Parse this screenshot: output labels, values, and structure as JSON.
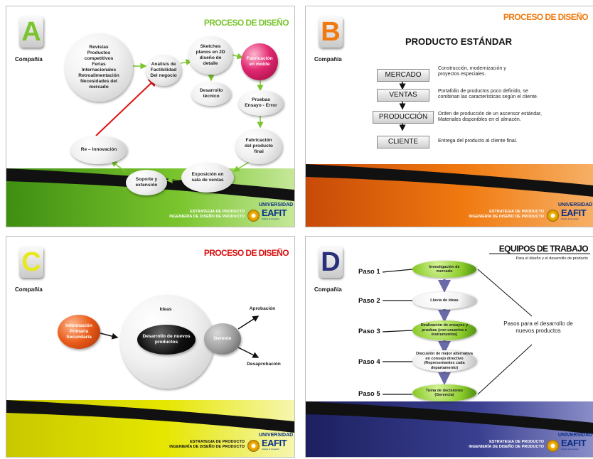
{
  "company_label": "Compañía",
  "footer": {
    "line1": "ESTRATEGIA DE PRODUCTO",
    "line2": "INGENIERÍA DE DISEÑO DE PRODUCTO"
  },
  "logo": {
    "word1": "UNIVERSIDAD",
    "word2": "EAFIT",
    "sub": "Inspira la Creación"
  },
  "slideA": {
    "letter": "A",
    "title": "PROCESO DE DISEÑO",
    "nodes": {
      "sources": "Revistas\nProductos\ncompetitivos\nFerias\nInternacionales\nRetroalimentación\nNecesidades del\nmercado",
      "analisis": "Análisis de\nFactibilidad\nDel negocio",
      "sketches": "Sketches\nplanos en 2D\ndiseño de\ndetalle",
      "molde": "Fabricación\nen molde",
      "desarrollo": "Desarrollo\ntécnico",
      "pruebas": "Pruebas\nEnsayo - Error",
      "fab_final": "Fabricación\ndel producto\nfinal",
      "exposicion": "Exposición en\nsala de ventas",
      "soporte": "Soporte y\nextensión",
      "reinnovacion": "Re – Innovación"
    },
    "colors": {
      "accent": "#7ac52e",
      "molde": "#d81b5c",
      "arrow_red": "#e01010"
    }
  },
  "slideB": {
    "letter": "B",
    "title": "PROCESO DE DISEÑO",
    "subtitle": "PRODUCTO ESTÁNDAR",
    "steps": [
      {
        "label": "MERCADO",
        "desc": "Construcción, modernización y\nproyectos especiales."
      },
      {
        "label": "VENTAS",
        "desc": "Portafolio de productos poco definido, se\ncombinan las características según el cliente."
      },
      {
        "label": "PRODUCCIÓN",
        "desc": "Orden de producción de un ascensor estándar,\nMateriales disponibles en el almacén."
      },
      {
        "label": "CLIENTE",
        "desc": "Entrega del producto al cliente final."
      }
    ],
    "colors": {
      "accent": "#f07a10"
    }
  },
  "slideC": {
    "letter": "C",
    "title": "PROCESO DE DISEÑO",
    "info": "Información\nPrimaria\nSecundaria",
    "ideas": "Ideas",
    "center": "Desarrollo de nuevos\nproductos",
    "gerente": "Gerente",
    "aprobacion": "Aprobación",
    "desaprobacion": "Desaprobación",
    "colors": {
      "title": "#d81010",
      "info": "#e04a10"
    }
  },
  "slideD": {
    "letter": "D",
    "title": "EQUIPOS DE TRABAJO",
    "subtitle": "Para el diseño y el desarrollo de producto",
    "side_text": "Pasos para el desarrollo de\nnuevos productos",
    "steps": [
      {
        "paso": "Paso 1",
        "text": "Investigación de\nmercado",
        "style": "green"
      },
      {
        "paso": "Paso 2",
        "text": "Lluvia de ideas",
        "style": "white"
      },
      {
        "paso": "Paso 3",
        "text": "Realización de ensayos y\npruebas (con usuarios e\ninstrumentos)",
        "style": "green"
      },
      {
        "paso": "Paso 4",
        "text": "Discusión de mejor alternativa\nen consejo directivo\n(Representantes cada\ndepartamento)",
        "style": "white"
      },
      {
        "paso": "Paso 5",
        "text": "Toma de decisiones\n(Gerencia)",
        "style": "green"
      }
    ],
    "colors": {
      "accent": "#2a2f7a"
    }
  }
}
